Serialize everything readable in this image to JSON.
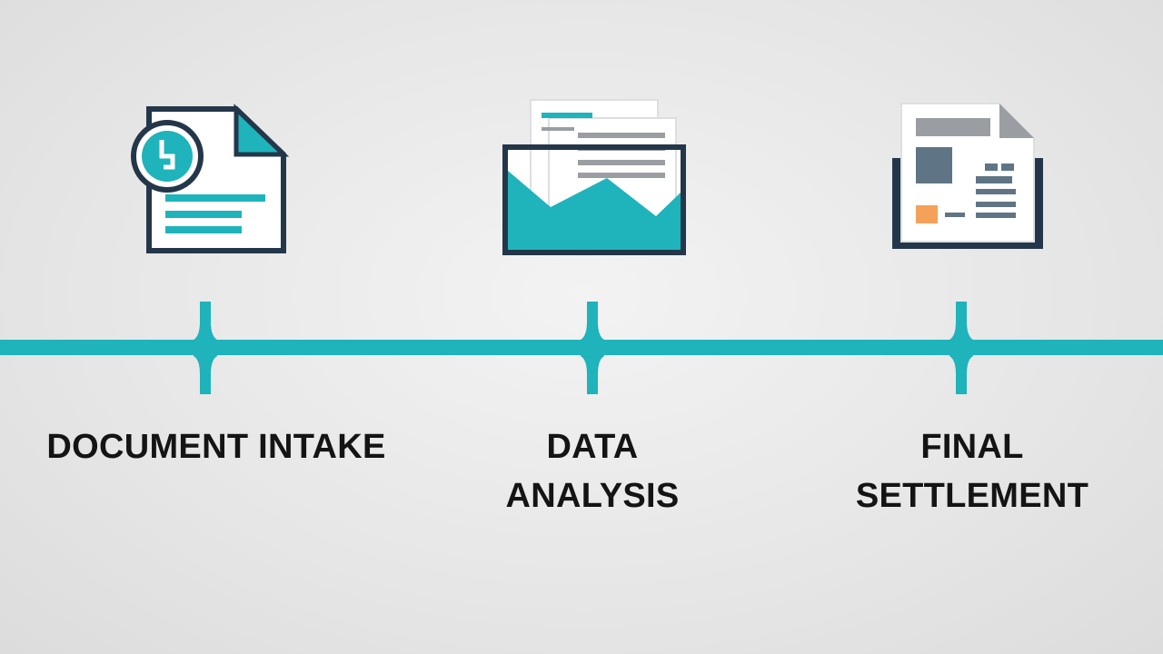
{
  "colors": {
    "accent": "#1fb3bb",
    "outline": "#24374a",
    "paper": "#ffffff",
    "gray_block": "#9a9ea3",
    "slate_block": "#5f7585",
    "orange_block": "#f4a259",
    "text": "#141414"
  },
  "steps": [
    {
      "label": "DOCUMENT INTAKE",
      "icon": "document-clock-icon"
    },
    {
      "label": "DATA ANALYSIS",
      "icon": "envelope-report-icon"
    },
    {
      "label": "FINAL SETTLEMENT",
      "icon": "statement-document-icon"
    }
  ]
}
